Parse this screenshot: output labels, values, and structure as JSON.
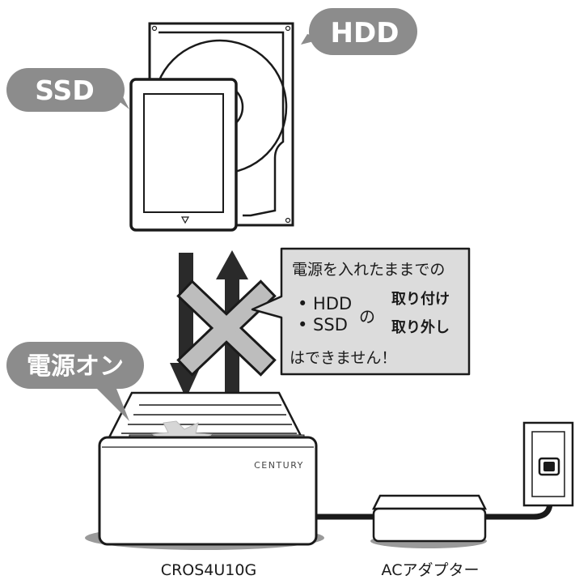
{
  "bubbles": {
    "hdd": "HDD",
    "ssd": "SSD",
    "power_on": "電源オン"
  },
  "warning": {
    "line1": "電源を入れたままでの",
    "hdd": "• HDD",
    "ssd": "• SSD",
    "particle": "の",
    "attach": "取り付け",
    "detach": "取り外し",
    "line_end": "はできません！"
  },
  "device": {
    "brand": "CENTURY",
    "label": "CROS4U10G"
  },
  "adapter": {
    "label": "ACアダプター"
  },
  "colors": {
    "bubble_fill": "#8c8c8c",
    "warning_fill": "#dcdcdc",
    "arrow": "#2a2a2a",
    "cross": "#bdbdbd",
    "outline": "#1a1a1a"
  }
}
